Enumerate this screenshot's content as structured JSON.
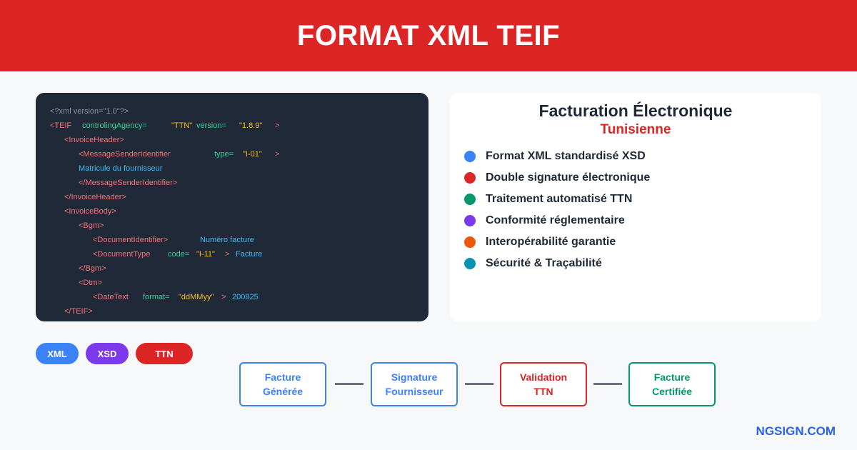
{
  "header": {
    "title": "FORMAT XML TEIF"
  },
  "code": {
    "line1": {
      "decl": "<?xml version=\"1.0\"?>"
    },
    "line2": {
      "open": "<TEIF",
      "attr1": "controlingAgency=",
      "val1": "\"TTN\"",
      "attr2": "version=",
      "val2": "\"1.8.9\"",
      "close": ">"
    },
    "line3": {
      "tag": "<InvoiceHeader>"
    },
    "line4": {
      "open": "<MessageSenderIdentifier",
      "attr": "type=",
      "val": "\"I-01\"",
      "close": ">"
    },
    "line5": {
      "text": "Matricule du fournisseur"
    },
    "line6": {
      "tag": "</MessageSenderIdentifier>"
    },
    "line7": {
      "tag": "</InvoiceHeader>"
    },
    "line8": {
      "tag": "<InvoiceBody>"
    },
    "line9": {
      "tag": "<Bgm>"
    },
    "line10": {
      "tag": "<DocumentIdentifier>",
      "text": "Numéro facture"
    },
    "line11": {
      "open": "<DocumentType",
      "attr": "code=",
      "val": "\"I-11\"",
      "close": ">",
      "text": "Facture"
    },
    "line12": {
      "tag": "</Bgm>"
    },
    "line13": {
      "tag": "<Dtm>"
    },
    "line14": {
      "open": "<DateText",
      "attr": "format=",
      "val": "\"ddMMyy\"",
      "close": ">",
      "text": "200825"
    },
    "line15": {
      "tag": "</TEIF>"
    }
  },
  "info": {
    "title": "Facturation Électronique",
    "subtitle": "Tunisienne",
    "features": [
      {
        "label": "Format XML standardisé XSD",
        "color": "#3b82f6"
      },
      {
        "label": "Double signature électronique",
        "color": "#dc2626"
      },
      {
        "label": "Traitement automatisé TTN",
        "color": "#059669"
      },
      {
        "label": "Conformité réglementaire",
        "color": "#7c3aed"
      },
      {
        "label": "Interopérabilité garantie",
        "color": "#ea580c"
      },
      {
        "label": "Sécurité & Traçabilité",
        "color": "#0891b2"
      }
    ]
  },
  "tags": [
    {
      "label": "XML",
      "color": "#3b82f6"
    },
    {
      "label": "XSD",
      "color": "#7c3aed"
    },
    {
      "label": "TTN",
      "color": "#dc2626"
    }
  ],
  "flow": [
    {
      "label": "Facture\nGénérée",
      "color": "#3b82f6"
    },
    {
      "label": "Signature\nFournisseur",
      "color": "#3b82f6"
    },
    {
      "label": "Validation\nTTN",
      "color": "#dc2626"
    },
    {
      "label": "Facture\nCertifiée",
      "color": "#059669"
    }
  ],
  "brand": "NGSIGN.COM"
}
